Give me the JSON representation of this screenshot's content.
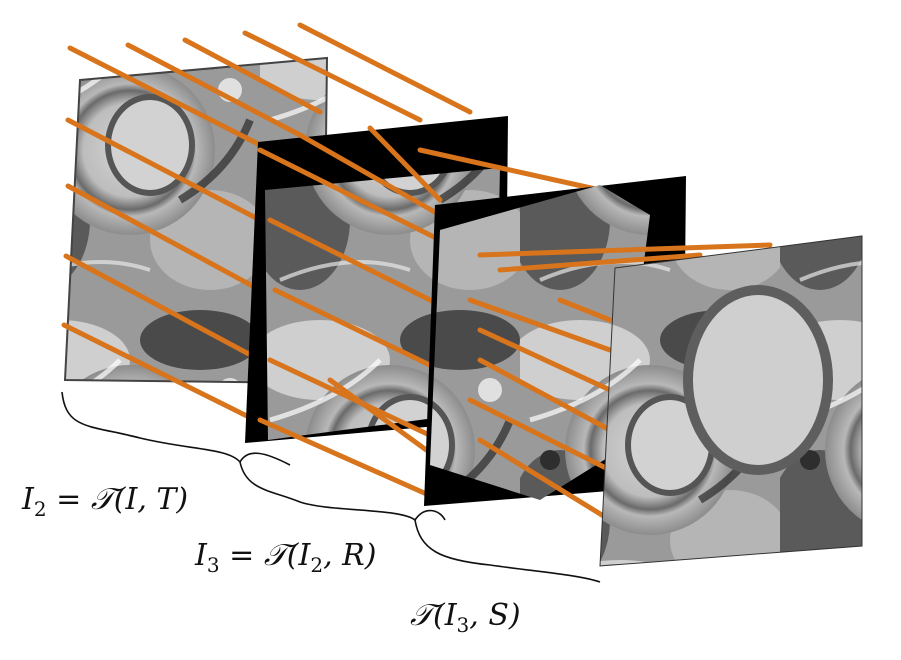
{
  "labels": {
    "eq1": {
      "lhs": "I",
      "lhs_sub": "2",
      "eq": " = ",
      "op": "𝒯",
      "args": "(I, T)"
    },
    "eq2": {
      "lhs": "I",
      "lhs_sub": "3",
      "eq": " = ",
      "op": "𝒯",
      "args_pre": "(I",
      "args_sub": "2",
      "args_post": ", R)"
    },
    "eq3": {
      "op": "𝒯",
      "args_pre": "(I",
      "args_sub": "3",
      "args_post": ", S)"
    }
  },
  "colors": {
    "ray": "#d8741c",
    "frame_black": "#000000",
    "tissue_light": "#c8c8c8",
    "tissue_dark": "#3a3a3a"
  },
  "icons": [
    "mri-slice-image",
    "correspondence-ray",
    "curly-brace"
  ]
}
